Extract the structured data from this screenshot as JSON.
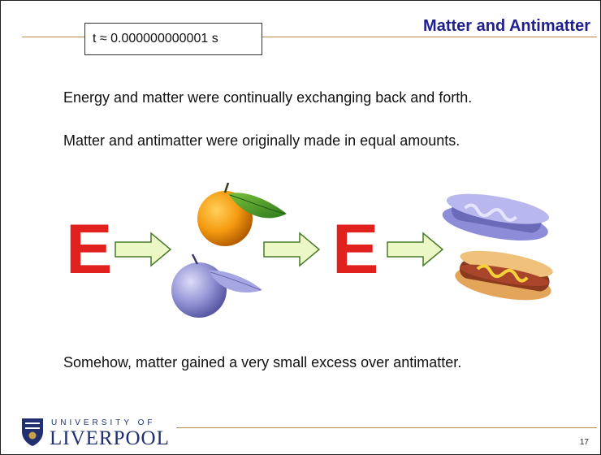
{
  "slide": {
    "title": "Matter and Antimatter",
    "time_label": "t ≈ 0.000000000001 s",
    "paragraphs": [
      "Energy and matter were continually exchanging back and forth.",
      "Matter and antimatter were originally made in equal amounts.",
      "Somehow, matter gained a very small excess over antimatter."
    ],
    "energy_symbol": "E",
    "page_number": "17"
  },
  "footer": {
    "university_small": "UNIVERSITY OF",
    "university_big": "LIVERPOOL"
  },
  "colors": {
    "title": "#1f1f8f",
    "energy": "#e0211e",
    "rule": "#b88a4a",
    "arrow_fill": "#ecf7c6",
    "arrow_stroke": "#4a7a2a"
  },
  "icons": [
    "orange",
    "anti-orange",
    "hotdog",
    "anti-hotdog",
    "right-arrow",
    "university-crest"
  ]
}
